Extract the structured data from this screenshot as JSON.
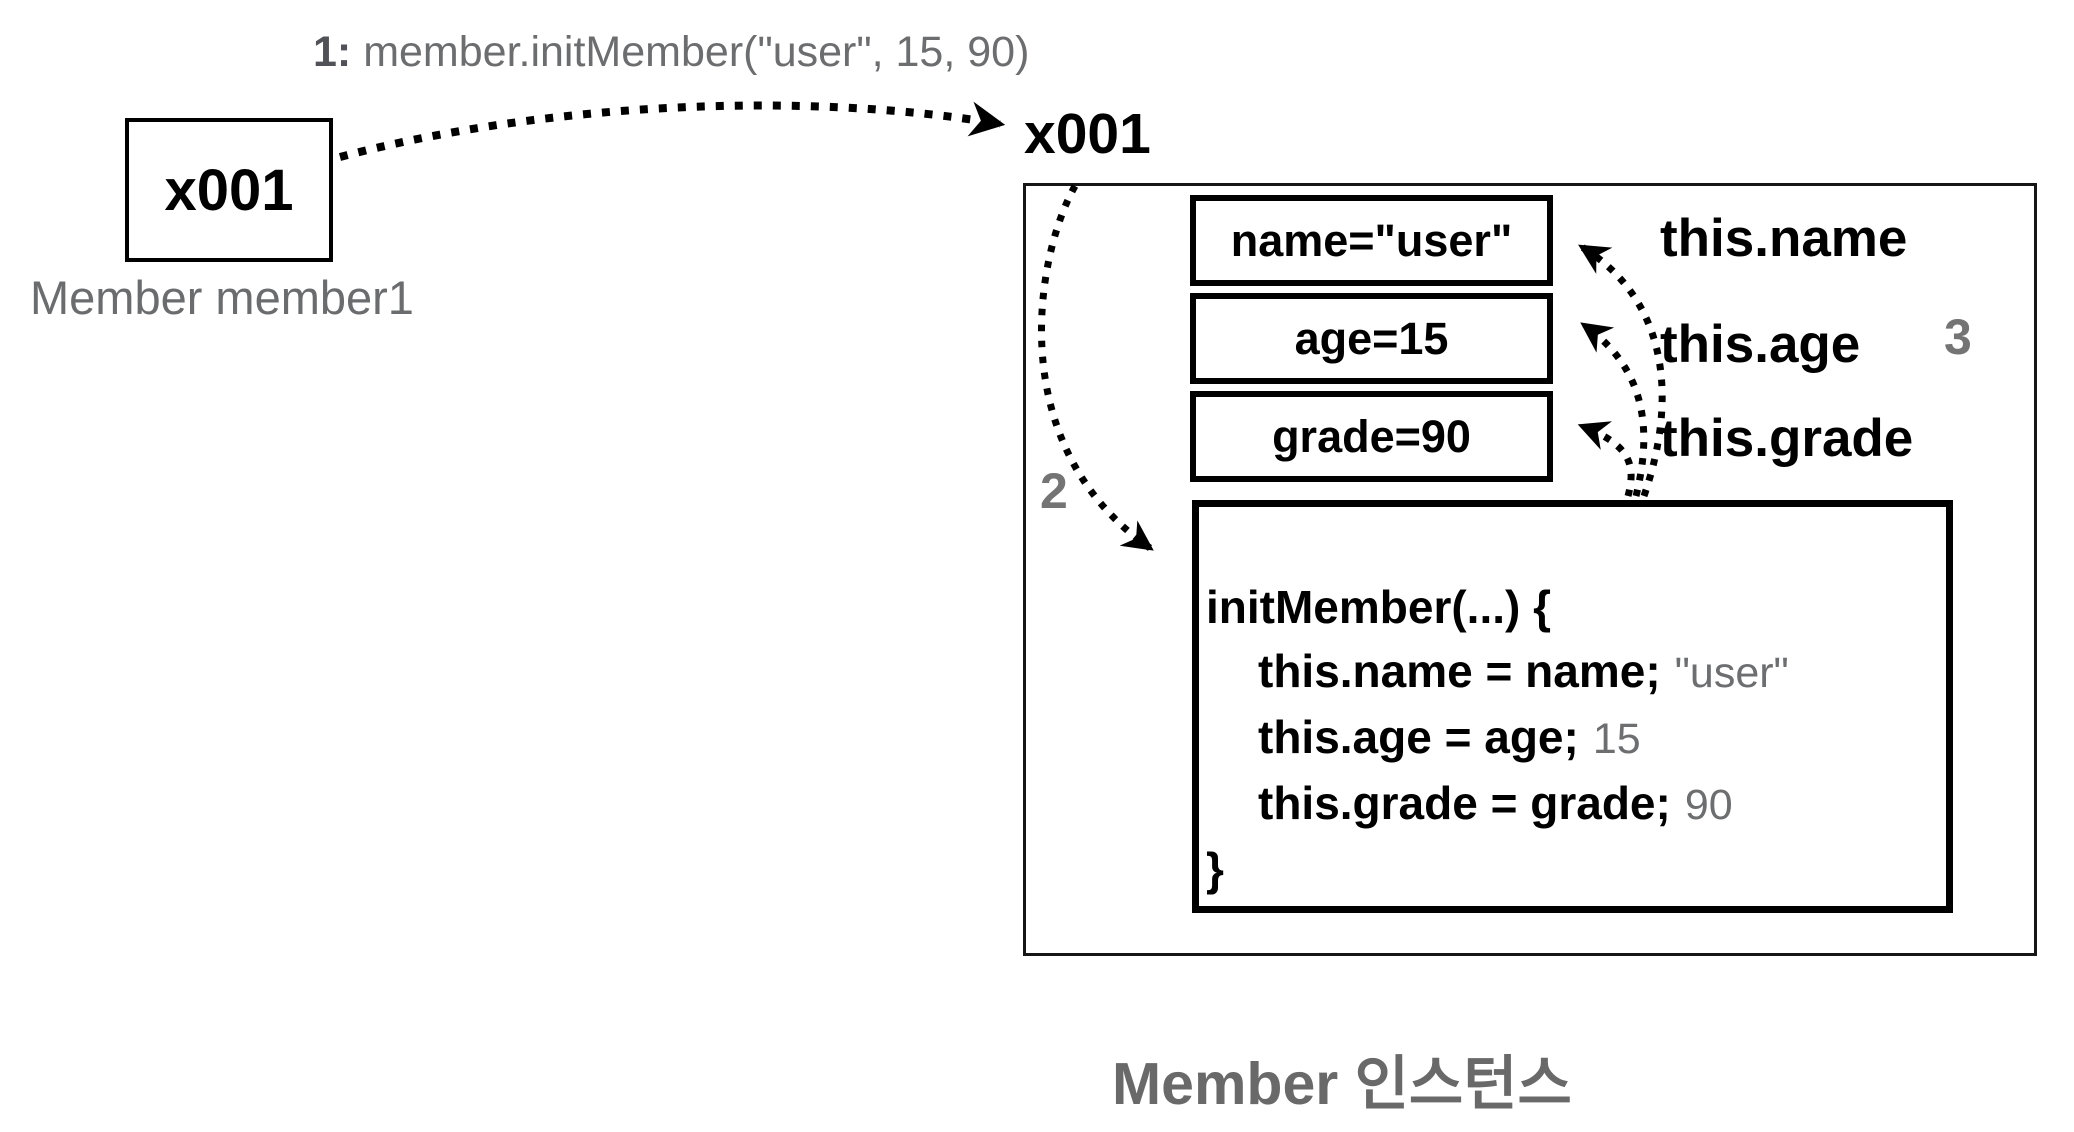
{
  "colors": {
    "black": "#000000",
    "gray_text": "#6c6d6f",
    "gray_step_prefix": "#515257",
    "gray_step_numbers": "#747474",
    "gray_caption": "#696969",
    "box_border": "#000000"
  },
  "call_label": {
    "step": "1:",
    "text": "member.initMember(\"user\", 15, 90)"
  },
  "reference": {
    "address": "x001",
    "variable": "Member member1"
  },
  "instance": {
    "address": "x001",
    "fields": [
      {
        "text": "name=\"user\""
      },
      {
        "text": "age=15"
      },
      {
        "text": "grade=90"
      }
    ],
    "assign_labels": [
      {
        "text": "this.name"
      },
      {
        "text": "this.age"
      },
      {
        "text": "this.grade"
      }
    ],
    "step2": "2",
    "step3": "3",
    "method": {
      "open_line": "initMember(...) {",
      "body": [
        {
          "code": "this.name = name;",
          "value": "\"user\""
        },
        {
          "code": "this.age = age;",
          "value": "15"
        },
        {
          "code": "this.grade = grade;",
          "value": "90"
        }
      ],
      "close_line": "}"
    }
  },
  "caption": "Member 인스턴스"
}
